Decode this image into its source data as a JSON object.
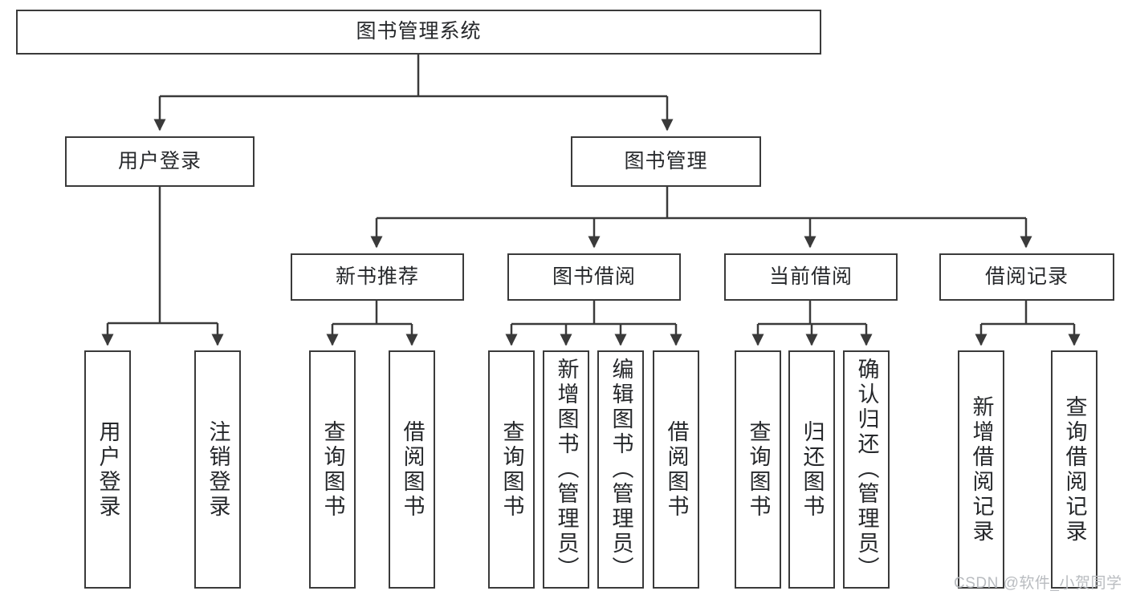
{
  "diagram": {
    "title": "图书管理系统",
    "type": "tree-structure-chart",
    "colors": {
      "box_border": "#3a3a3a",
      "box_fill": "#ffffff",
      "edge": "#3a3a3a",
      "text": "#26282b",
      "watermark": "#b9bcc0",
      "background": "#ffffff"
    },
    "nodes": {
      "root": {
        "label": "图书管理系统"
      },
      "level2": [
        {
          "id": "user-login",
          "label": "用户登录"
        },
        {
          "id": "book-manage",
          "label": "图书管理"
        }
      ],
      "level3": [
        {
          "id": "new-book-recommend",
          "label": "新书推荐"
        },
        {
          "id": "book-borrow",
          "label": "图书借阅"
        },
        {
          "id": "current-borrow",
          "label": "当前借阅"
        },
        {
          "id": "borrow-record",
          "label": "借阅记录"
        }
      ],
      "leaves": {
        "user-login": [
          {
            "id": "leaf-user-login",
            "label": "用户登录"
          },
          {
            "id": "leaf-logout-login",
            "label": "注销登录"
          }
        ],
        "new-book-recommend": [
          {
            "id": "leaf-query-book-1",
            "label": "查询图书"
          },
          {
            "id": "leaf-borrow-book-1",
            "label": "借阅图书"
          }
        ],
        "book-borrow": [
          {
            "id": "leaf-query-book-2",
            "label": "查询图书"
          },
          {
            "id": "leaf-add-book",
            "label": "新增图书（管理员）"
          },
          {
            "id": "leaf-edit-book",
            "label": "编辑图书（管理员）"
          },
          {
            "id": "leaf-borrow-book-2",
            "label": "借阅图书"
          }
        ],
        "current-borrow": [
          {
            "id": "leaf-query-book-3",
            "label": "查询图书"
          },
          {
            "id": "leaf-return-book",
            "label": "归还图书"
          },
          {
            "id": "leaf-confirm-return",
            "label": "确认归还（管理员）"
          }
        ],
        "borrow-record": [
          {
            "id": "leaf-add-record",
            "label": "新增借阅记录"
          },
          {
            "id": "leaf-query-record",
            "label": "查询借阅记录"
          }
        ]
      }
    },
    "watermark": "CSDN @软件_小贺同学"
  }
}
